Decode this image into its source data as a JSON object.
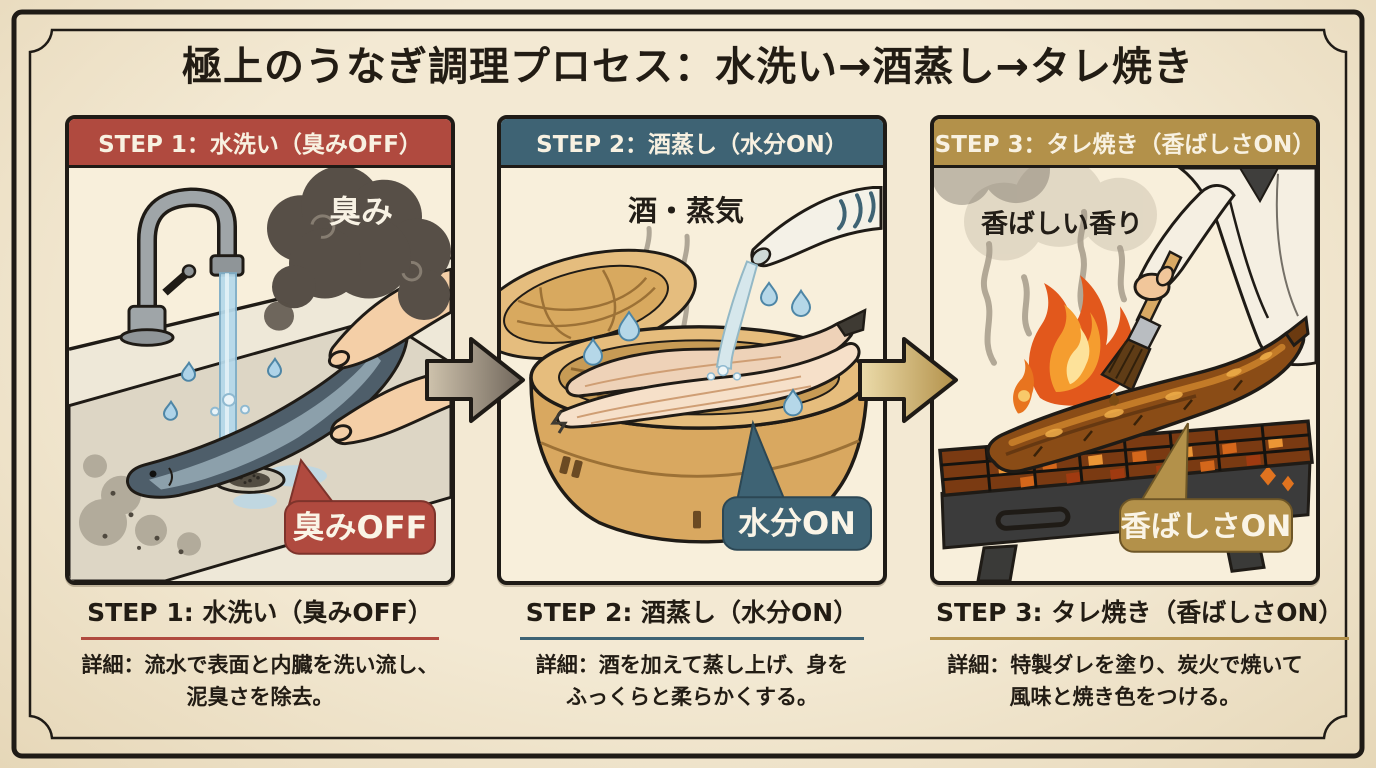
{
  "title": "極上のうなぎ調理プロセス：水洗い→酒蒸し→タレ焼き",
  "colors": {
    "background": "#f3e9d3",
    "ink": "#221c14",
    "frame": "#1f1b16",
    "step1_accent": "#b04a3f",
    "step2_accent": "#3e6374",
    "step3_accent": "#b3914a",
    "arrow1_from": "#cfc3ad",
    "arrow1_to": "#6f655a",
    "arrow2_from": "#ecdcab",
    "arrow2_to": "#b3914a"
  },
  "steps": [
    {
      "header": "STEP 1：水洗い（臭みOFF）",
      "accent": "#b04a3f",
      "scene_label": "臭み",
      "badge": "臭みOFF",
      "caption_title": "STEP 1: 水洗い（臭みOFF）",
      "caption_detail": "詳細：流水で表面と内臓を洗い流し、\n泥臭さを除去。"
    },
    {
      "header": "STEP 2：酒蒸し（水分ON）",
      "accent": "#3e6374",
      "scene_label": "酒・蒸気",
      "badge": "水分ON",
      "caption_title": "STEP 2: 酒蒸し（水分ON）",
      "caption_detail": "詳細：酒を加えて蒸し上げ、身を\nふっくらと柔らかくする。"
    },
    {
      "header": "STEP 3：タレ焼き（香ばしさON）",
      "accent": "#b3914a",
      "scene_label": "香ばしい香り",
      "badge": "香ばしさON",
      "caption_title": "STEP 3: タレ焼き（香ばしさON）",
      "caption_detail": "詳細：特製ダレを塗り、炭火で焼いて\n風味と焼き色をつける。"
    }
  ]
}
